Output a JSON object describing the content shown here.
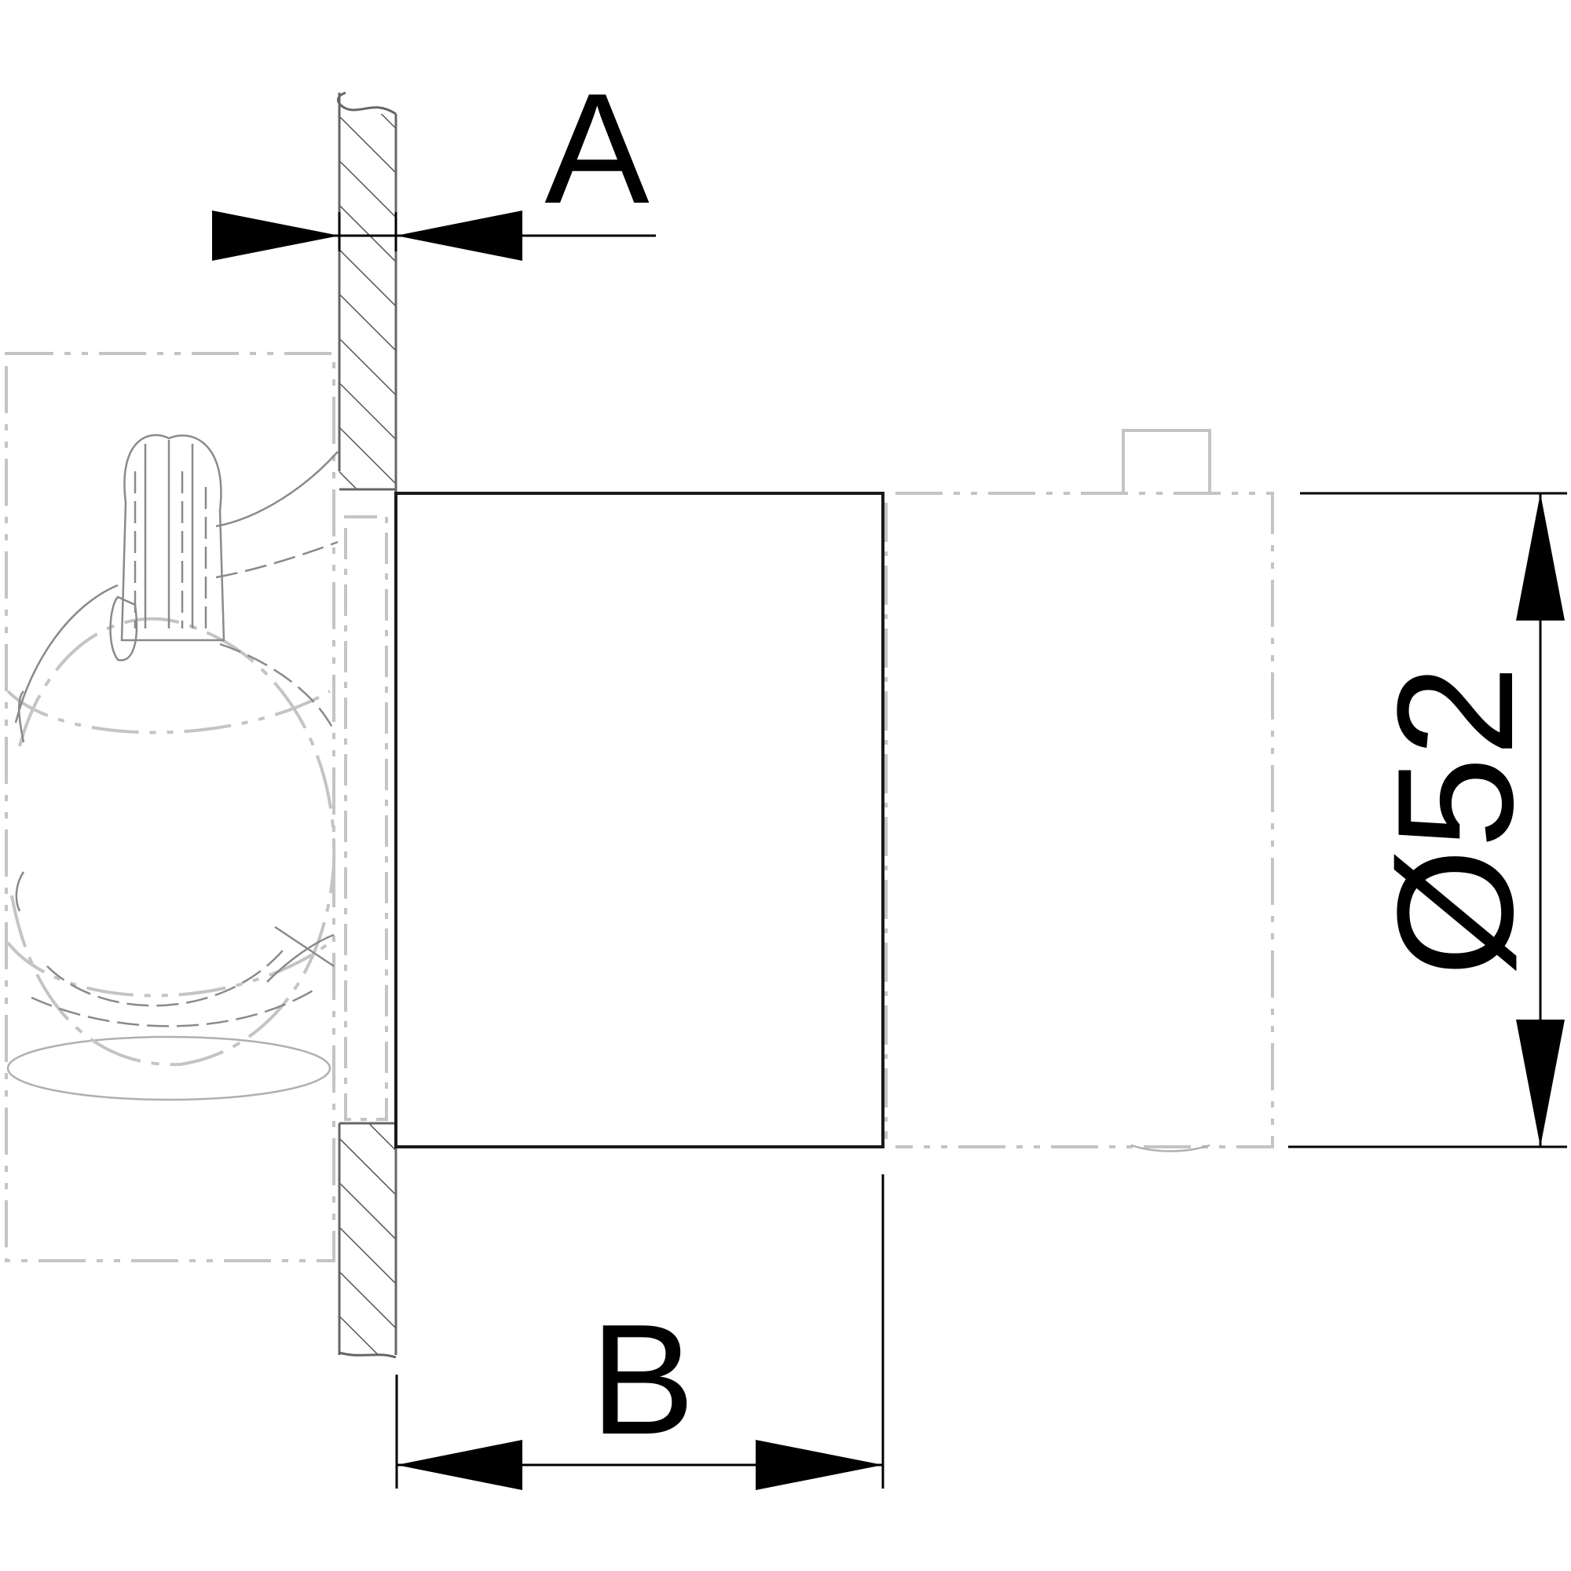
{
  "labels": {
    "dimension_a": "A",
    "dimension_b": "B",
    "diameter": "Ø52"
  }
}
